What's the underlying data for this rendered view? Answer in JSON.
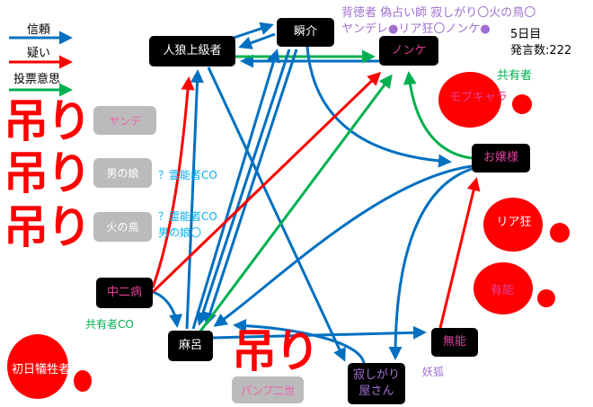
{
  "legend": {
    "trust": "信頼",
    "suspect": "疑い",
    "vote": "投票意思"
  },
  "colors": {
    "trust": "#0070c0",
    "suspect": "#ff0000",
    "vote": "#00b050",
    "blood": "#ff0000",
    "dead_box": "#bbbbbb"
  },
  "roles_line1": "背徳者 偽占い師 寂しがり〇火の鳥〇",
  "roles_line2": "ヤンデレ●リア狂〇ノンケ●",
  "day": "5日目",
  "post_count": "発言数:222",
  "hang_label": "吊り",
  "nodes": {
    "jinro": "人狼上級者",
    "shunsuke": "瞬介",
    "nonke": "ノンケ",
    "mob": "モブキャラ",
    "ojousama": "お嬢様",
    "riakyou": "リア狂",
    "yuunou": "有能",
    "munou": "無能",
    "sabishigari": "寂しがり屋さん",
    "maro": "麻呂",
    "chuunibyou": "中二病",
    "shonichi": "初日犠牲者"
  },
  "hanged": {
    "yandere": "ヤンデ",
    "otokonoko": "男の娘",
    "hinotori": "火の鳥",
    "panpu": "パンプ二世"
  },
  "notes": {
    "kyouyuu": "共有者",
    "kyouyuu_co": "共有者CO",
    "youko": "妖狐",
    "reinou1": "？霊能者CO",
    "reinou2": "？霊能者CO",
    "otokonoko_maru": "男の娘〇"
  }
}
